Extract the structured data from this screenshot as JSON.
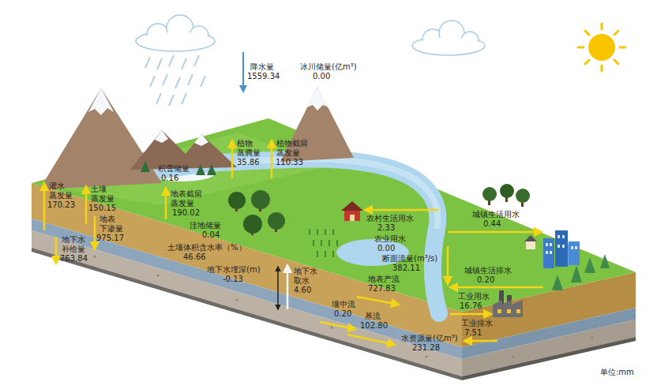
{
  "diagram": {
    "labels": [
      "降水量",
      "1559.34",
      "冰川储量(亿m³)",
      "0.00",
      "植物 蒸腾量",
      "35.86",
      "植物截留 蒸发量",
      "110.33",
      "积雪储量",
      "0.16",
      "灌水 蒸发量",
      "170.23",
      "土壤 蒸发量",
      "150.15",
      "地表 下渗量",
      "975.17",
      "地表截留 蒸发量",
      "190.02",
      "洼地储量",
      "0.04",
      "地下水 补给量",
      "763.84",
      "土壤体积含水率（%）",
      "46.66",
      "地下水埋深(m)",
      "-0.13",
      "地下水 取水",
      "4.60",
      "壤中流",
      "0.20",
      "地表产流",
      "727.83",
      "基流",
      "102.80",
      "断面流量(m³/s)",
      "382.11",
      "水资源量(亿m³)",
      "231.28",
      "农村生活用水",
      "2.33",
      "农业用水",
      "0.00",
      "城镇生活用水",
      "0.44",
      "城镇生活排水",
      "0.20",
      "工业用水",
      "16.76",
      "工业排水",
      "7.51",
      "单位:mm"
    ]
  }
}
